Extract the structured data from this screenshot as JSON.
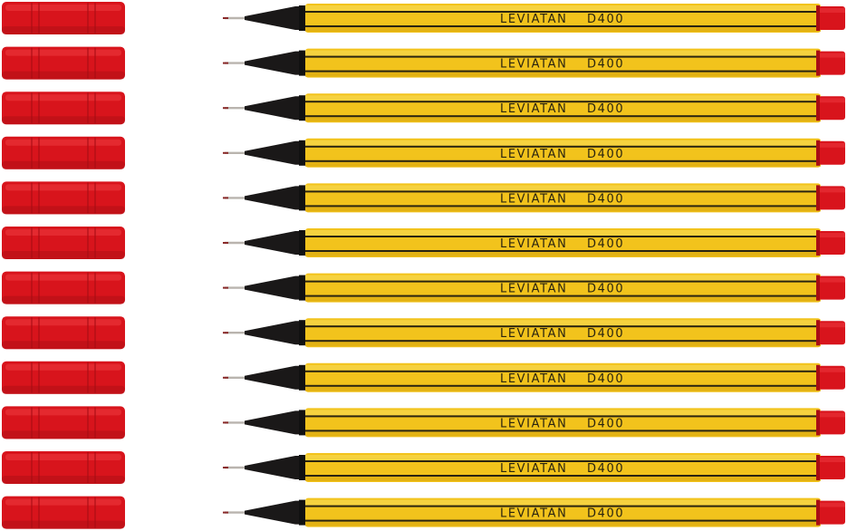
{
  "product": {
    "brand": "LEVIATAN",
    "model": "D400"
  },
  "set": {
    "pen_count": 12,
    "cap_count": 12
  },
  "colors": {
    "background": "#ffffff",
    "cap_red": "#d8141c",
    "cap_red_dark": "#a80d14",
    "cap_red_light": "#ee3a40",
    "barrel_yellow": "#f2c31c",
    "barrel_yellow_light": "#f8d84e",
    "barrel_yellow_dark": "#d9a70e",
    "stripe_black": "#2a2410",
    "nib_black": "#1a1818",
    "tip_silver": "#b9b4ae"
  }
}
